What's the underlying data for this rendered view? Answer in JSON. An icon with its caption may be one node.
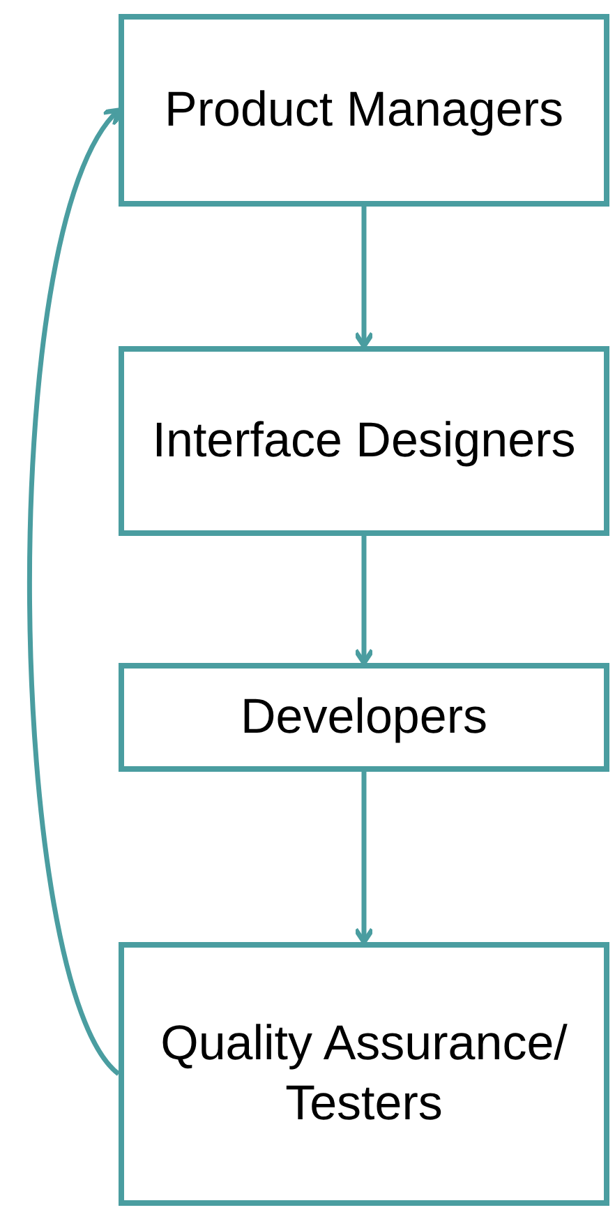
{
  "diagram": {
    "nodes": [
      {
        "text": [
          "Product Managers"
        ]
      },
      {
        "text": [
          "Interface Designers"
        ]
      },
      {
        "text": [
          "Developers"
        ]
      },
      {
        "text": [
          "Quality Assurance/ Testers"
        ]
      }
    ],
    "edges": [
      {
        "from": 0,
        "to": 1,
        "arrow": "to"
      },
      {
        "from": 1,
        "to": 2,
        "arrow": "to"
      },
      {
        "from": 2,
        "to": 3,
        "arrow": "to"
      },
      {
        "from": 3,
        "to": 0,
        "arrow": "to"
      }
    ]
  }
}
